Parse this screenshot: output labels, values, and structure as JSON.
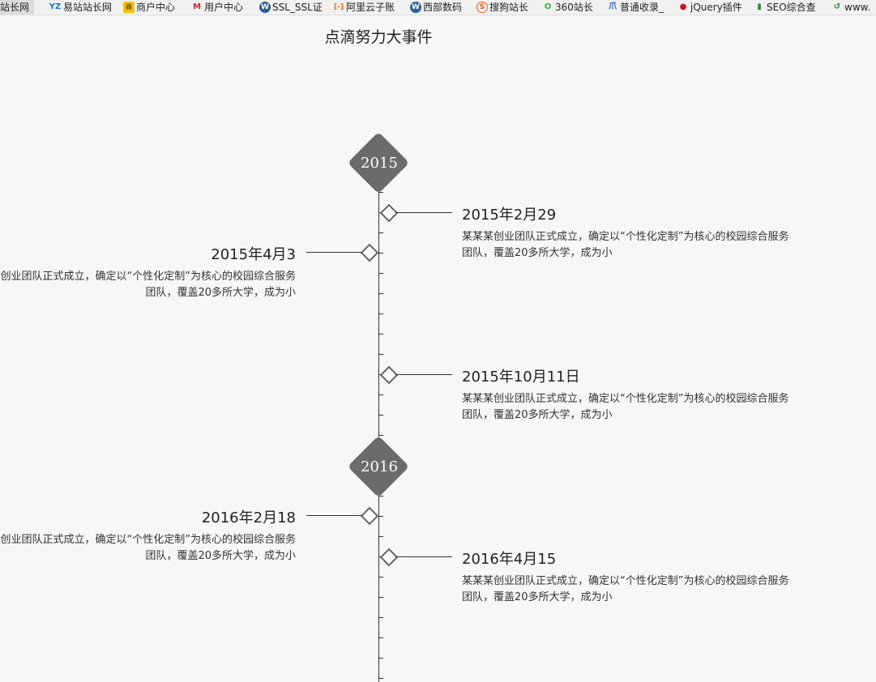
{
  "bookmarks": [
    {
      "label": "站长网",
      "icon": ""
    },
    {
      "label": "易站站长网",
      "icon": "YZ"
    },
    {
      "label": "商户中心",
      "icon": "商"
    },
    {
      "label": "用户中心",
      "icon": "M"
    },
    {
      "label": "SSL_SSL证",
      "icon": "W"
    },
    {
      "label": "阿里云子账",
      "icon": "[-]"
    },
    {
      "label": "西部数码",
      "icon": "W"
    },
    {
      "label": "搜狗站长",
      "icon": "S"
    },
    {
      "label": "360站长",
      "icon": "O"
    },
    {
      "label": "普通收录_",
      "icon": "爪"
    },
    {
      "label": "jQuery插件",
      "icon": "●"
    },
    {
      "label": "SEO综合查",
      "icon": "▮"
    },
    {
      "label": "www.",
      "icon": "↺"
    }
  ],
  "page": {
    "title": "点滴努力大事件"
  },
  "timeline": {
    "years": [
      "2015",
      "2016"
    ],
    "events": [
      {
        "date": "2015年2月29",
        "desc": "某某某创业团队正式成立，确定以“个性化定制”为核心的校园综合服务团队，覆盖20多所大学，成为小"
      },
      {
        "date": "2015年4月3",
        "desc": "某某某创业团队正式成立，确定以“个性化定制”为核心的校园综合服务团队，覆盖20多所大学，成为小"
      },
      {
        "date": "2015年10月11日",
        "desc": "某某某创业团队正式成立，确定以“个性化定制”为核心的校园综合服务团队，覆盖20多所大学，成为小"
      },
      {
        "date": "2016年2月18",
        "desc": "某某某创业团队正式成立，确定以“个性化定制”为核心的校园综合服务团队，覆盖20多所大学，成为小"
      },
      {
        "date": "2016年4月15",
        "desc": "某某某创业团队正式成立，确定以“个性化定制”为核心的校园综合服务团队，覆盖20多所大学，成为小"
      }
    ]
  },
  "colors": {
    "year_marker": "#6b6b6b",
    "axis": "#333333",
    "background": "#f7f7f7"
  }
}
